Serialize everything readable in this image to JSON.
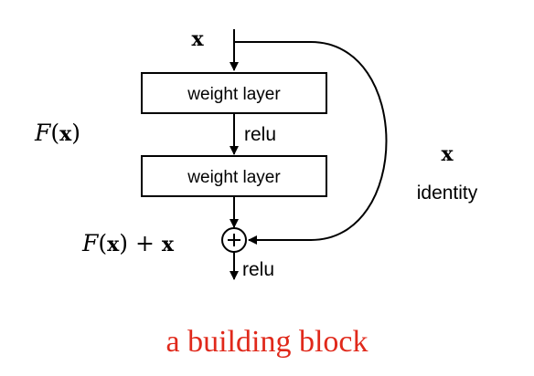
{
  "diagram": {
    "input_label": "x",
    "layer1_label": "weight layer",
    "relu1_label": "relu",
    "layer2_label": "weight layer",
    "fx_label": {
      "func": "F",
      "open": "(",
      "var": "x",
      "close": ")"
    },
    "sum_label": {
      "func": "F",
      "open": "(",
      "var": "x",
      "close": ")",
      "plus": " + ",
      "var2": "x"
    },
    "identity_var": "x",
    "identity_label": "identity",
    "relu2_label": "relu",
    "add_symbol": "+",
    "caption": "a building block"
  },
  "colors": {
    "caption": "#e0291b",
    "stroke": "#000000"
  }
}
